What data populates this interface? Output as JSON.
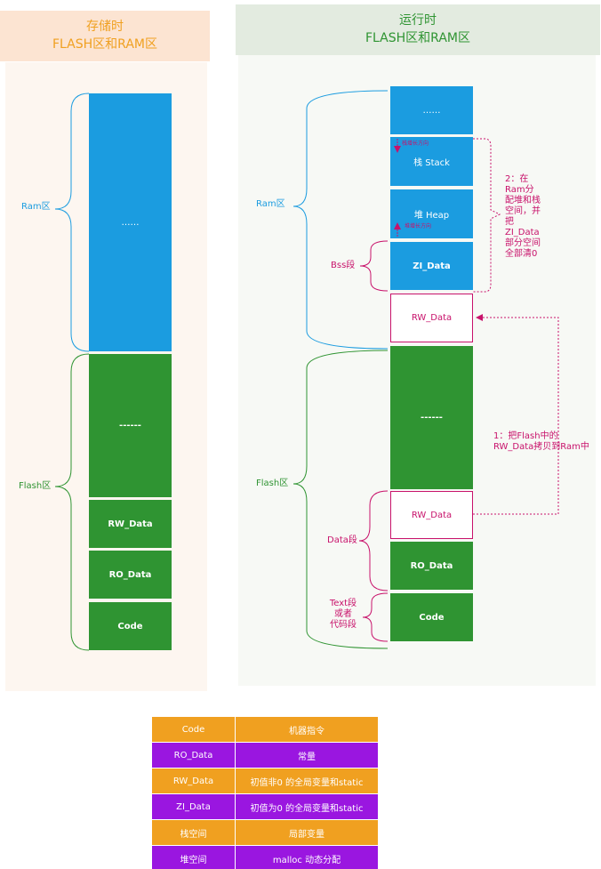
{
  "left_panel": {
    "title_line1": "存储时",
    "title_line2": "FLASH区和RAM区",
    "ram_label": "Ram区",
    "flash_label": "Flash区",
    "blocks": {
      "ram_dots": "……",
      "flash_dots": "------",
      "rw_data": "RW_Data",
      "ro_data": "RO_Data",
      "code": "Code"
    }
  },
  "right_panel": {
    "title_line1": "运行时",
    "title_line2": "FLASH区和RAM区",
    "ram_label": "Ram区",
    "flash_label": "Flash区",
    "bss_label": "Bss段",
    "data_label": "Data段",
    "text_label_line1": "Text段",
    "text_label_line2": "或者",
    "text_label_line3": "代码段",
    "blocks": {
      "ram_dots": "……",
      "stack": "栈 Stack",
      "heap": "堆  Heap",
      "zi_data": "ZI_Data",
      "rw_data_ram": "RW_Data",
      "flash_dots": "------",
      "rw_data_flash": "RW_Data",
      "ro_data": "RO_Data",
      "code": "Code"
    },
    "stack_dir": "栈增长方向",
    "heap_dir": "堆增长方向",
    "note2": [
      "2：在",
      "Ram分",
      "配堆和栈",
      "空间，并",
      "把",
      "ZI_Data",
      "部分空间",
      "全部清0"
    ],
    "note1_line1": "1：把Flash中的",
    "note1_line2": "RW_Data拷贝到Ram中"
  },
  "legend": [
    {
      "key": "Code",
      "value": "机器指令",
      "style": "o"
    },
    {
      "key": "RO_Data",
      "value": "常量",
      "style": "p"
    },
    {
      "key": "RW_Data",
      "value": "初值非0 的全局变量和static",
      "style": "o"
    },
    {
      "key": "ZI_Data",
      "value": "初值为0 的全局变量和static",
      "style": "p"
    },
    {
      "key": "栈空间",
      "value": "局部变量",
      "style": "o"
    },
    {
      "key": "堆空间",
      "value": "malloc 动态分配",
      "style": "p"
    }
  ],
  "colors": {
    "ram_blue": "#1b9ce0",
    "flash_green": "#2f9432",
    "accent_magenta": "#c8126b",
    "left_title": "#f0a020",
    "right_title": "#2f9432",
    "legend_orange": "#f0a020",
    "legend_purple": "#9a16e0"
  }
}
